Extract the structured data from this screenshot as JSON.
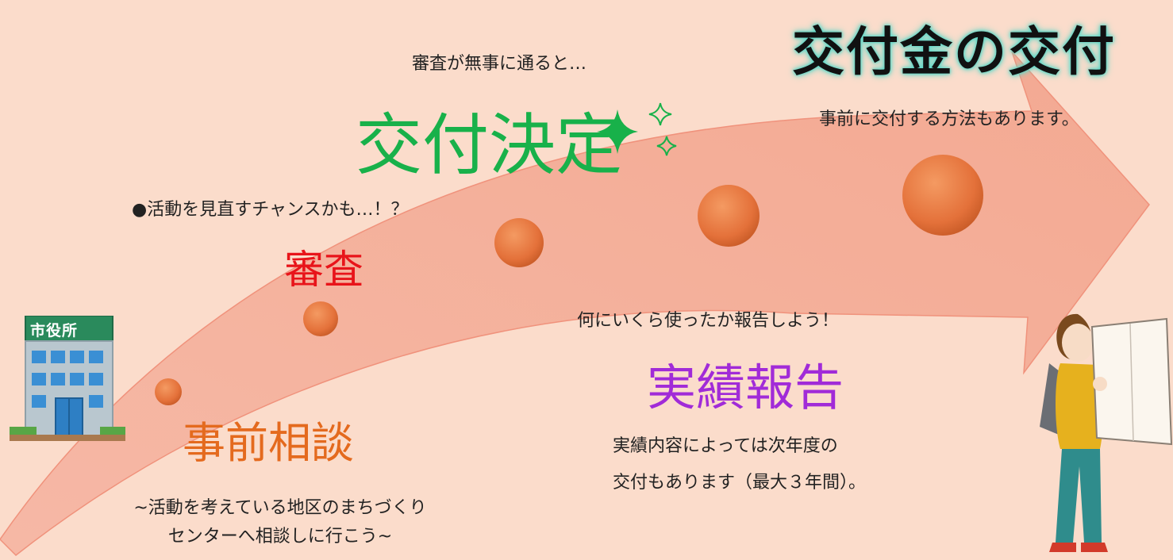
{
  "steps": {
    "consult": {
      "title": "事前相談",
      "note_line1": "~活動を考えている地区のまちづくり",
      "note_line2": "センターへ相談しに行こう~"
    },
    "review": {
      "title": "審査",
      "bubble": "●活動を見直すチャンスかも…！？"
    },
    "decision": {
      "lead": "審査が無事に通ると…",
      "title": "交付決定"
    },
    "report": {
      "lead": "何にいくら使ったか報告しよう！",
      "title": "実績報告",
      "note_line1": "実績内容によっては次年度の",
      "note_line2": "交付もあります（最大３年間）。"
    },
    "grant": {
      "title": "交付金の交付",
      "note": "事前に交付する方法もあります。"
    }
  },
  "building": {
    "sign": "市役所"
  },
  "colors": {
    "background": "#fbdccb",
    "arrow": "#f4b09e",
    "dots": "#e8733a",
    "consult": "#e46a1e",
    "review": "#e8141a",
    "decision": "#18b14a",
    "report": "#a12bd8",
    "grant_glow": "#5fd8c8"
  },
  "icons": [
    "city-hall-icon",
    "sparkle-icon",
    "person-with-map-icon"
  ]
}
